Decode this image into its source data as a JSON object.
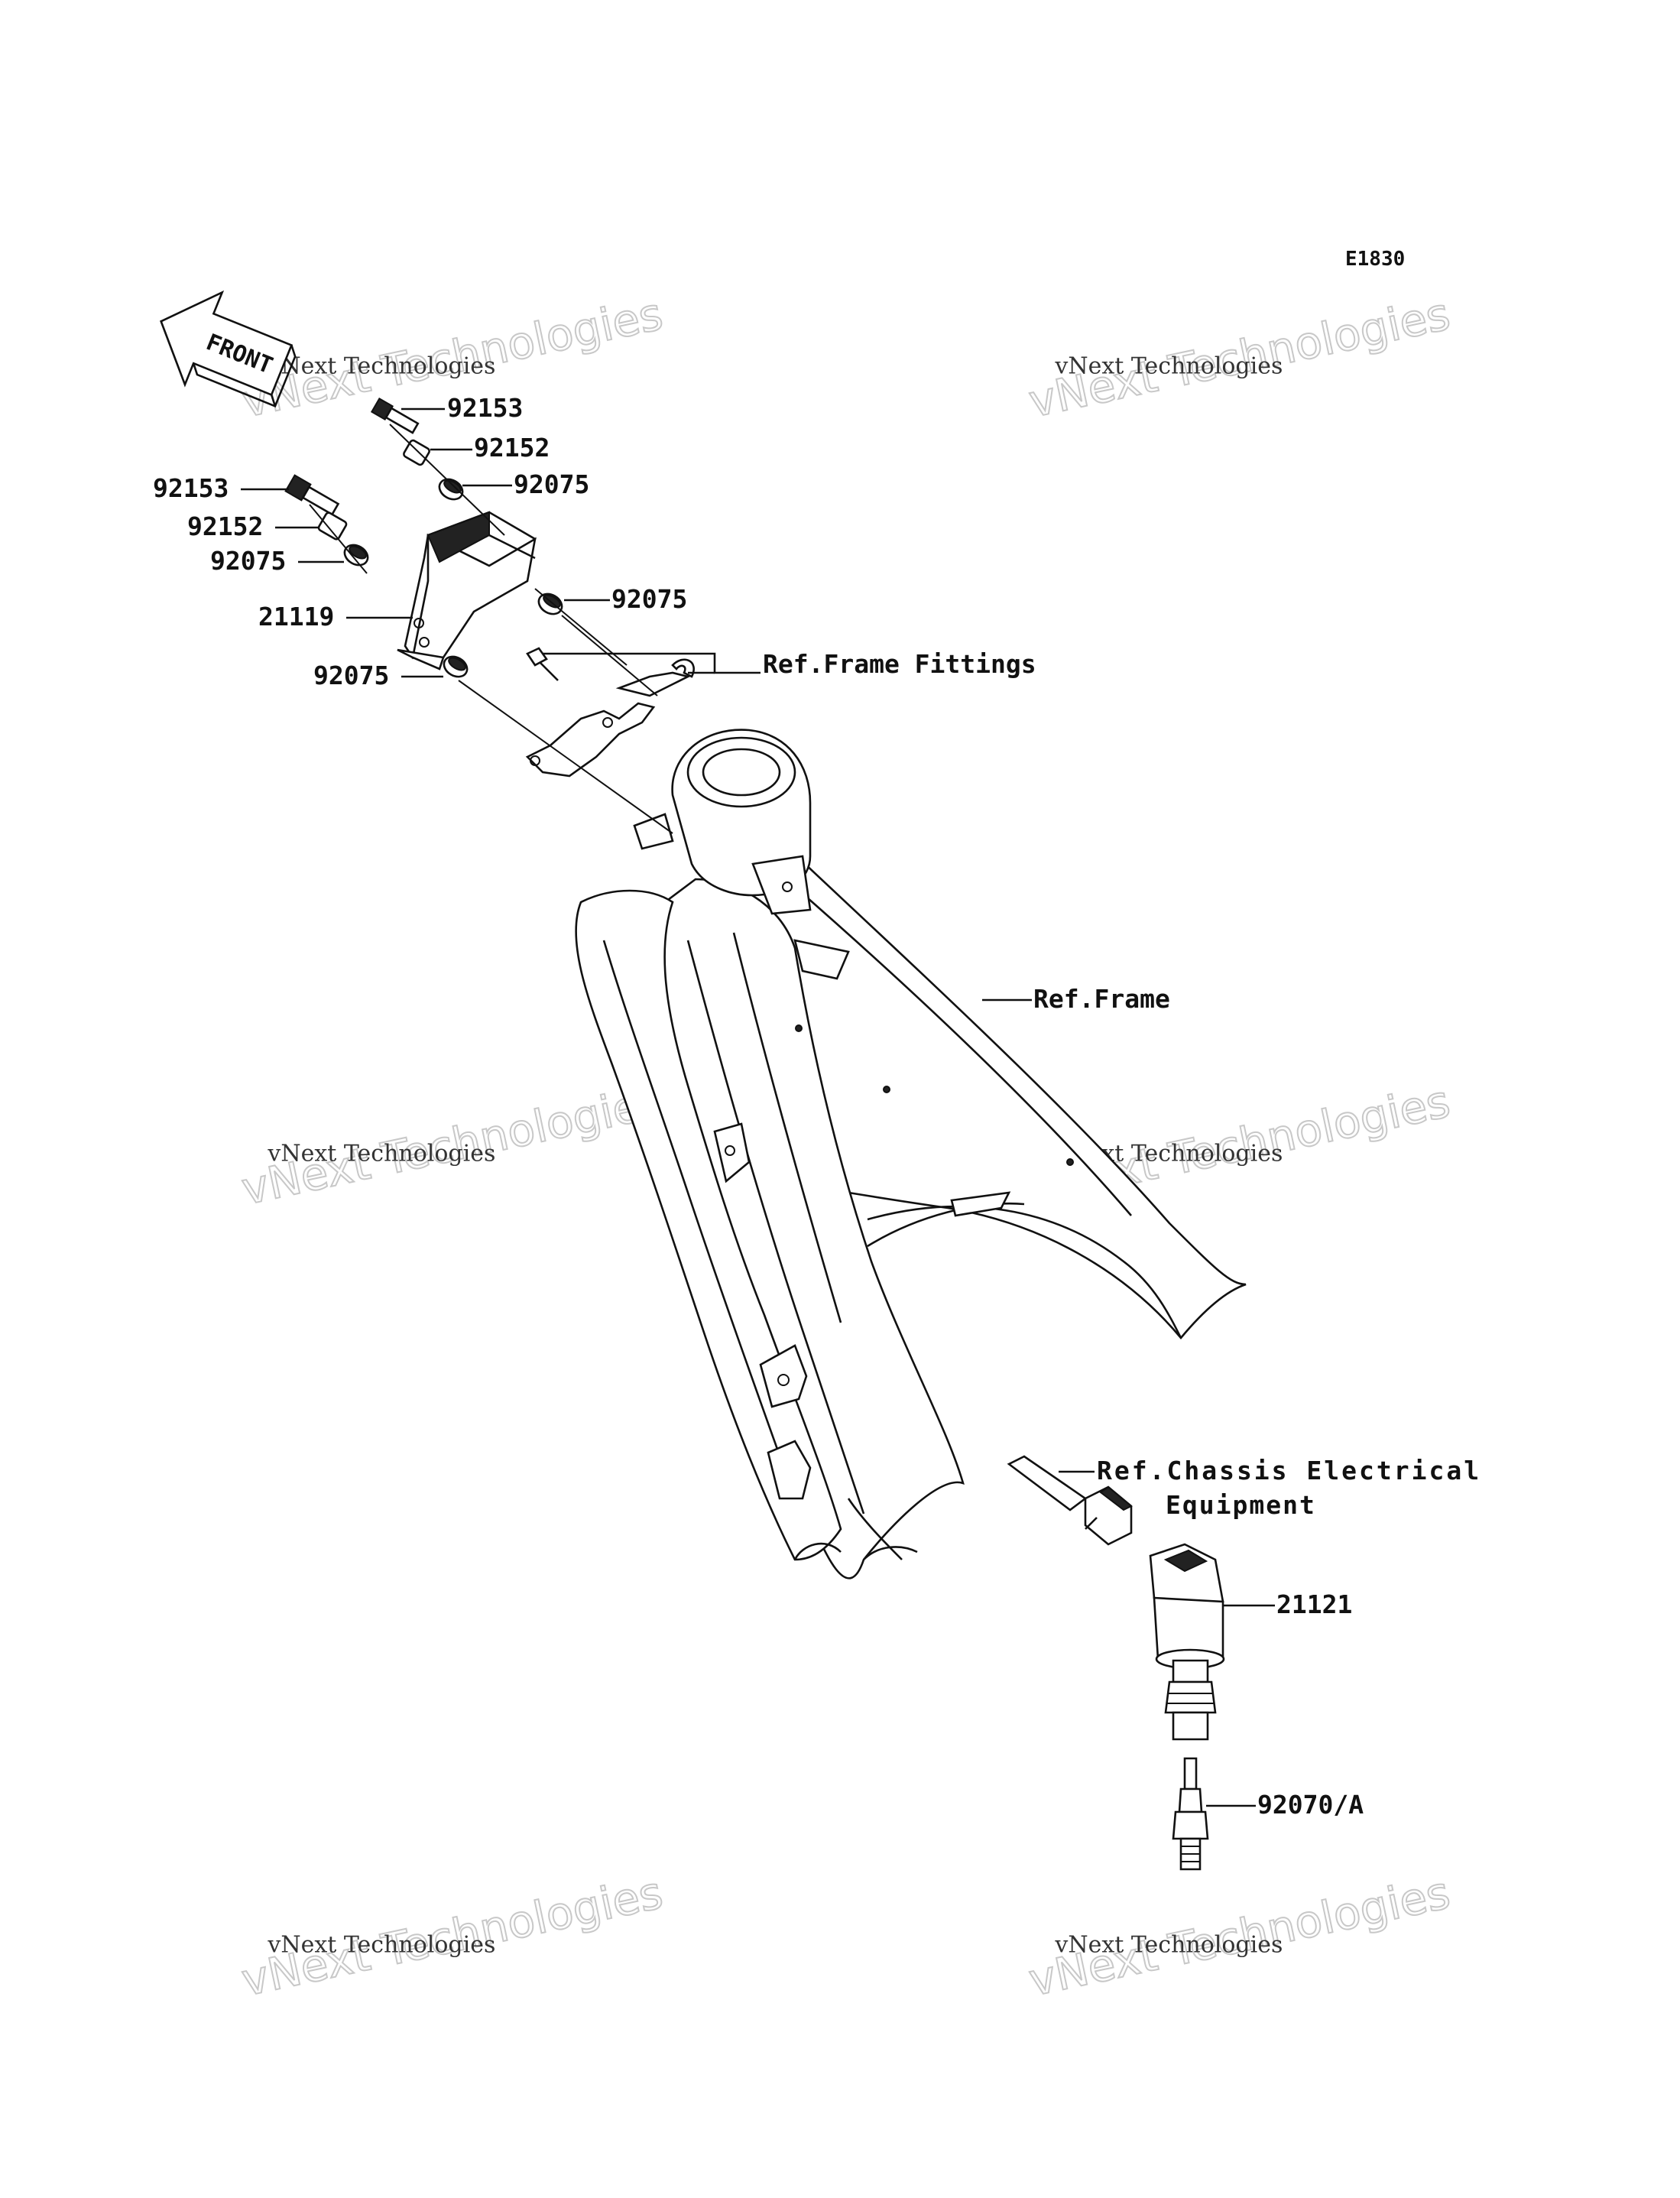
{
  "diagram_code": "E1830",
  "front_arrow_label": "FRONT",
  "callouts": {
    "bolt_upper": "92153",
    "collar_upper": "92152",
    "grommet_upper": "92075",
    "bolt_left": "92153",
    "collar_left": "92152",
    "grommet_left": "92075",
    "grommet_right": "92075",
    "igniter": "21119",
    "grommet_lower": "92075",
    "ref_frame_fittings": "Ref.Frame Fittings",
    "ref_frame": "Ref.Frame",
    "ref_chassis_line1": "Ref.Chassis Electrical",
    "ref_chassis_line2": "Equipment",
    "ignition_coil": "21121",
    "spark_plug": "92070/A"
  },
  "watermarks": [
    {
      "line1": "vNext Technologies",
      "line2": "vNext Technologies"
    },
    {
      "line1": "vNext Technologies",
      "line2": "vNext Technologies"
    },
    {
      "line1": "vNext Technologies",
      "line2": "vNext Technologies"
    },
    {
      "line1": "vNext Technologies",
      "line2": "vNext Technologies"
    },
    {
      "line1": "vNext Technologies",
      "line2": "vNext Technologies"
    },
    {
      "line1": "vNext Technologies",
      "line2": "vNext Technologies"
    }
  ]
}
